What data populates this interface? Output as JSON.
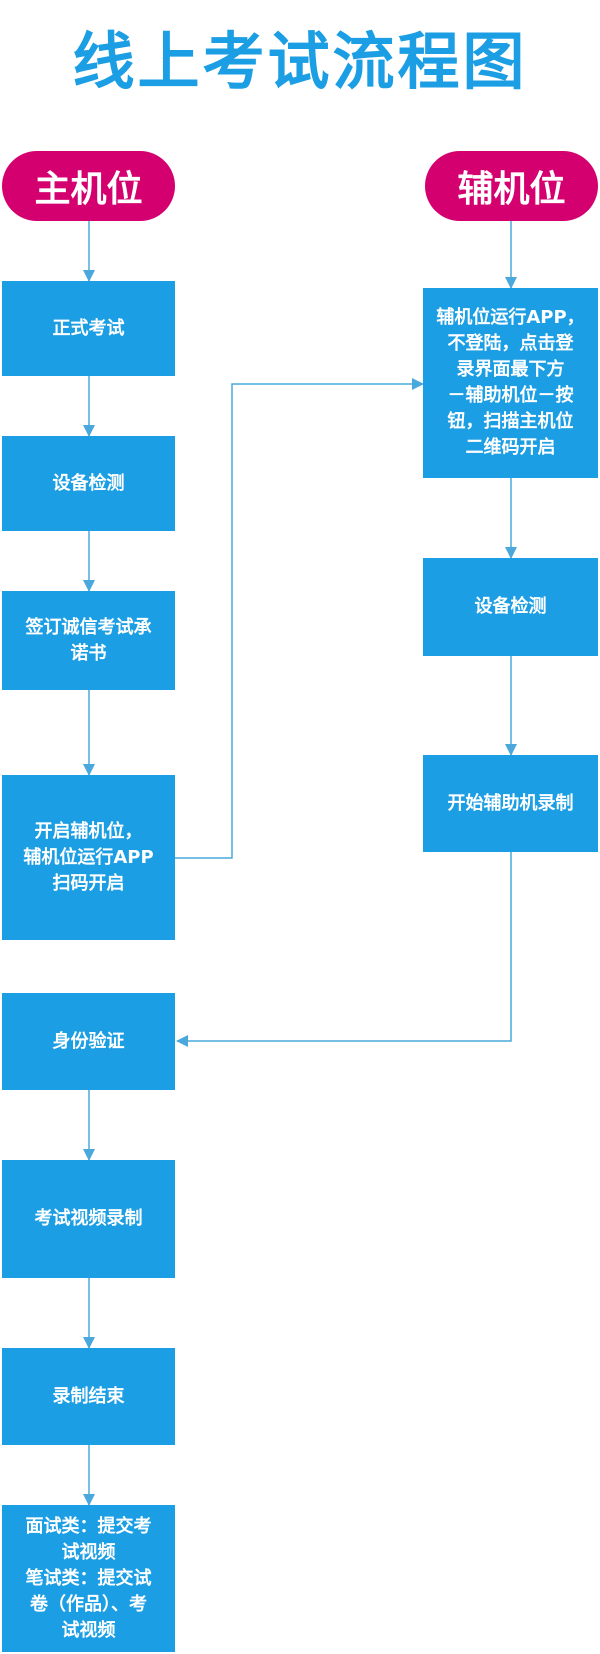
{
  "title": "线上考试流程图",
  "lanes": {
    "primary": "主机位",
    "secondary": "辅机位"
  },
  "primary_steps": [
    "正式考试",
    "设备检测",
    "签订诚信考试承\n诺书",
    "开启辅机位，\n辅机位运行APP\n扫码开启",
    "身份验证",
    "考试视频录制",
    "录制结束",
    "面试类：提交考\n试视频\n笔试类：提交试\n卷（作品）、考\n试视频"
  ],
  "secondary_steps": [
    "辅机位运行APP，\n不登陆，点击登\n录界面最下方\n－辅助机位－按\n钮，扫描主机位\n二维码开启",
    "设备检测",
    "开始辅助机录制"
  ],
  "colors": {
    "title": "#1b9ee3",
    "box": "#1b9ee3",
    "pill": "#d4006f",
    "connector": "#4aa8dc"
  }
}
